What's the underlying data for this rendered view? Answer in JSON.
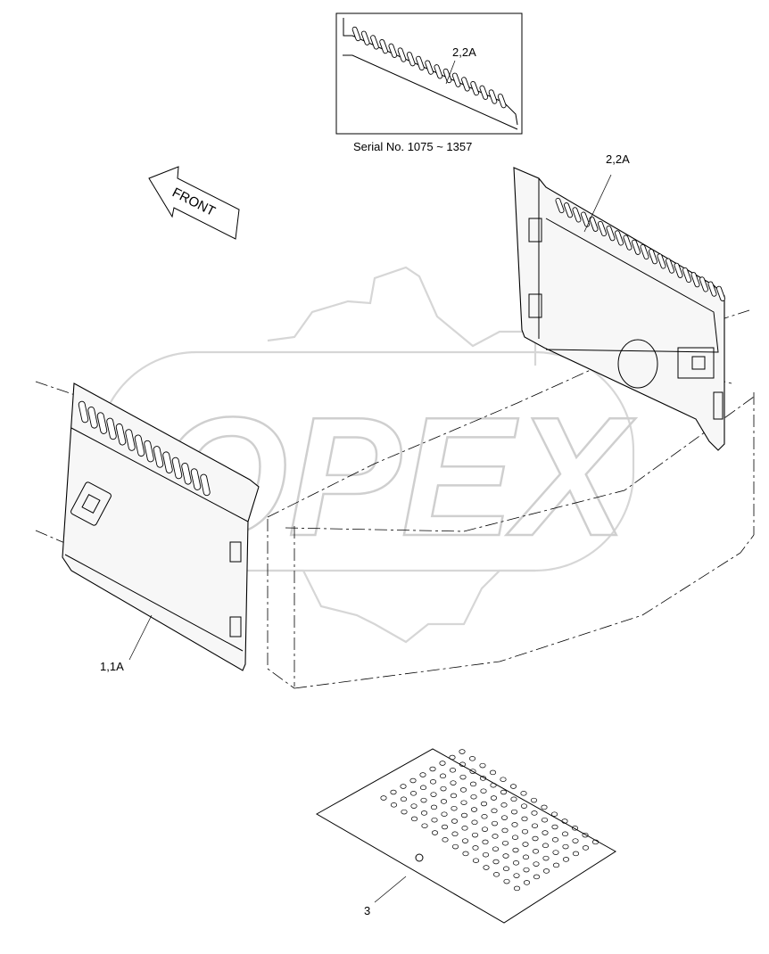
{
  "labels": {
    "serial_caption": "Serial No. 1075 ~ 1357",
    "inset_callout": "2,2A",
    "rear_panel_callout": "2,2A",
    "front_panel_callout": "1,1A",
    "bottom_plate_callout": "3",
    "front_arrow": "FRONT"
  },
  "watermark": {
    "text": "OPEX"
  }
}
